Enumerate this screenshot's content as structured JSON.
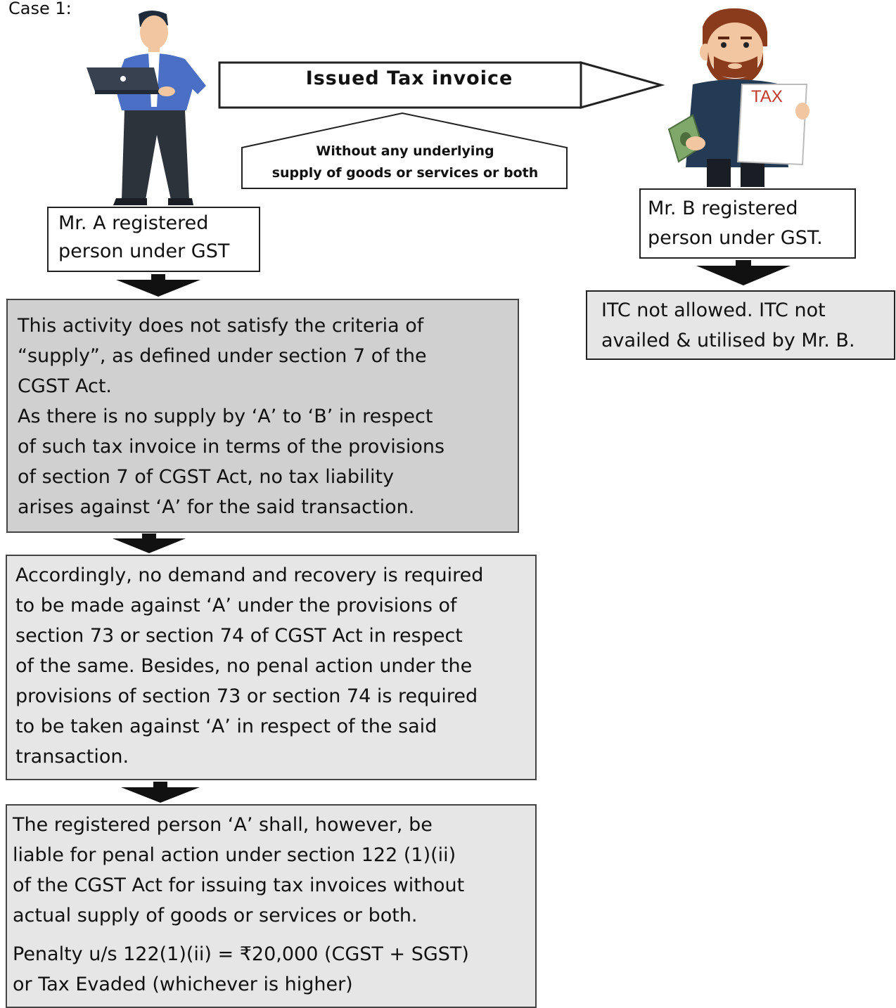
{
  "case_label": "Case 1:",
  "banner": {
    "label": "Issued Tax invoice"
  },
  "callout": {
    "line1": "Without any underlying",
    "line2": "supply of goods or services or both"
  },
  "person_a": {
    "icon": "businessman-with-laptop-icon",
    "line1": "Mr.  A registered",
    "line2": "person under GST"
  },
  "person_b": {
    "icon": "bearded-man-with-tax-sheet-icon",
    "tax_label": "TAX",
    "line1": "Mr. B registered",
    "line2": "person under GST."
  },
  "itc_box": {
    "line1": "ITC not allowed. ITC not",
    "line2": "availed & utilised by Mr. B."
  },
  "box1": {
    "lines": [
      "This activity does not satisfy the criteria of",
      "“supply”, as defined under section 7 of the",
      "CGST Act.",
      "As there is no supply by ‘A’ to ‘B’ in respect",
      "of such tax invoice in terms of the provisions",
      "of section 7 of CGST Act, no tax liability",
      "arises against ‘A’ for the said transaction."
    ]
  },
  "box2": {
    "lines": [
      "Accordingly, no demand and recovery is required",
      "to be made against ‘A’ under the provisions of",
      "section 73 or section 74 of CGST Act in respect",
      "of the same. Besides, no penal action under the",
      "provisions of section 73 or section 74 is required",
      "to be taken against ‘A’ in respect of the said",
      "transaction."
    ]
  },
  "box3": {
    "lines": [
      "The registered person ‘A’ shall, however, be",
      "liable for penal action under section 122 (1)(ii)",
      "of the CGST Act for issuing tax invoices without",
      "actual supply of goods or services or both."
    ],
    "penalty_lines": [
      "Penalty u/s 122(1)(ii) = ₹20,000 (CGST + SGST)",
      "or Tax Evaded (whichever is higher)"
    ]
  },
  "colors": {
    "box_grey": "#e6e6e6",
    "box_grey_dark": "#d0d0d0",
    "tax_red": "#c0392b",
    "jacket_blue": "#4a6fc4",
    "beard_brown": "#8a3b1c"
  }
}
